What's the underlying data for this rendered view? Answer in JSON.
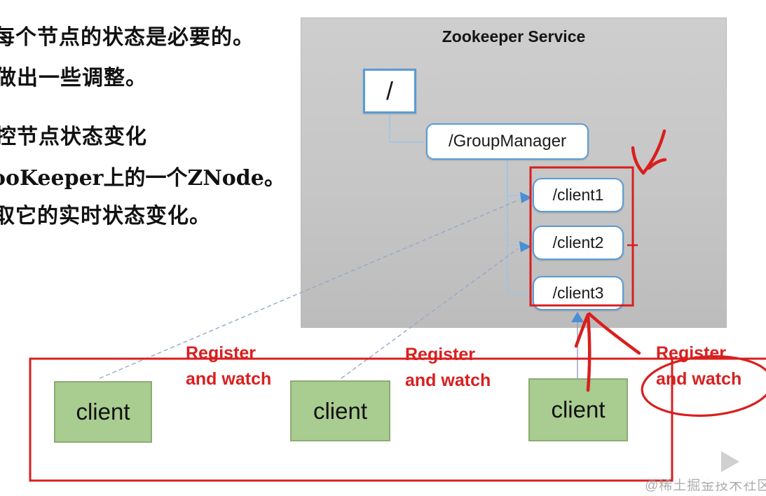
{
  "notes": {
    "lines": [
      {
        "text": "每个节点的状态是必要的。"
      },
      {
        "text": "做出一些调整。"
      },
      {
        "text": "控节点状态变化"
      },
      {
        "text": "ooKeeper上的一个ZNode。"
      },
      {
        "text": "取它的实时状态变化。"
      }
    ]
  },
  "zookeeper": {
    "title": "Zookeeper Service",
    "root_label": "/",
    "group_label": "/GroupManager",
    "znodes": [
      {
        "label": "/client1"
      },
      {
        "label": "/client2"
      },
      {
        "label": "/client3"
      }
    ]
  },
  "clients": [
    {
      "label": "client"
    },
    {
      "label": "client"
    },
    {
      "label": "client"
    }
  ],
  "annotations": {
    "register_labels": [
      {
        "line1": "Register",
        "line2": "and watch"
      },
      {
        "line1": "Register",
        "line2": "and watch"
      },
      {
        "line1": "Register",
        "line2": "and watch"
      }
    ],
    "red_color": "#d91f1f",
    "shapes": [
      "check-arrow",
      "znode-highlight-rect",
      "client-row-rect",
      "register-circle",
      "up-arrow"
    ]
  },
  "watermark": {
    "text": "@稀土掘金技术社区"
  },
  "icons": {
    "tv_play": "tv-play-icon"
  },
  "colors": {
    "node_border": "#5b9bd5",
    "client_fill": "#a9cc90",
    "panel_fill": "#c8c8c8",
    "connector_blue": "#9dc3e6",
    "arrow_blue": "#4a8fd4",
    "annotation_red": "#d91f1f",
    "watermark_gray": "#9e9e9e"
  }
}
